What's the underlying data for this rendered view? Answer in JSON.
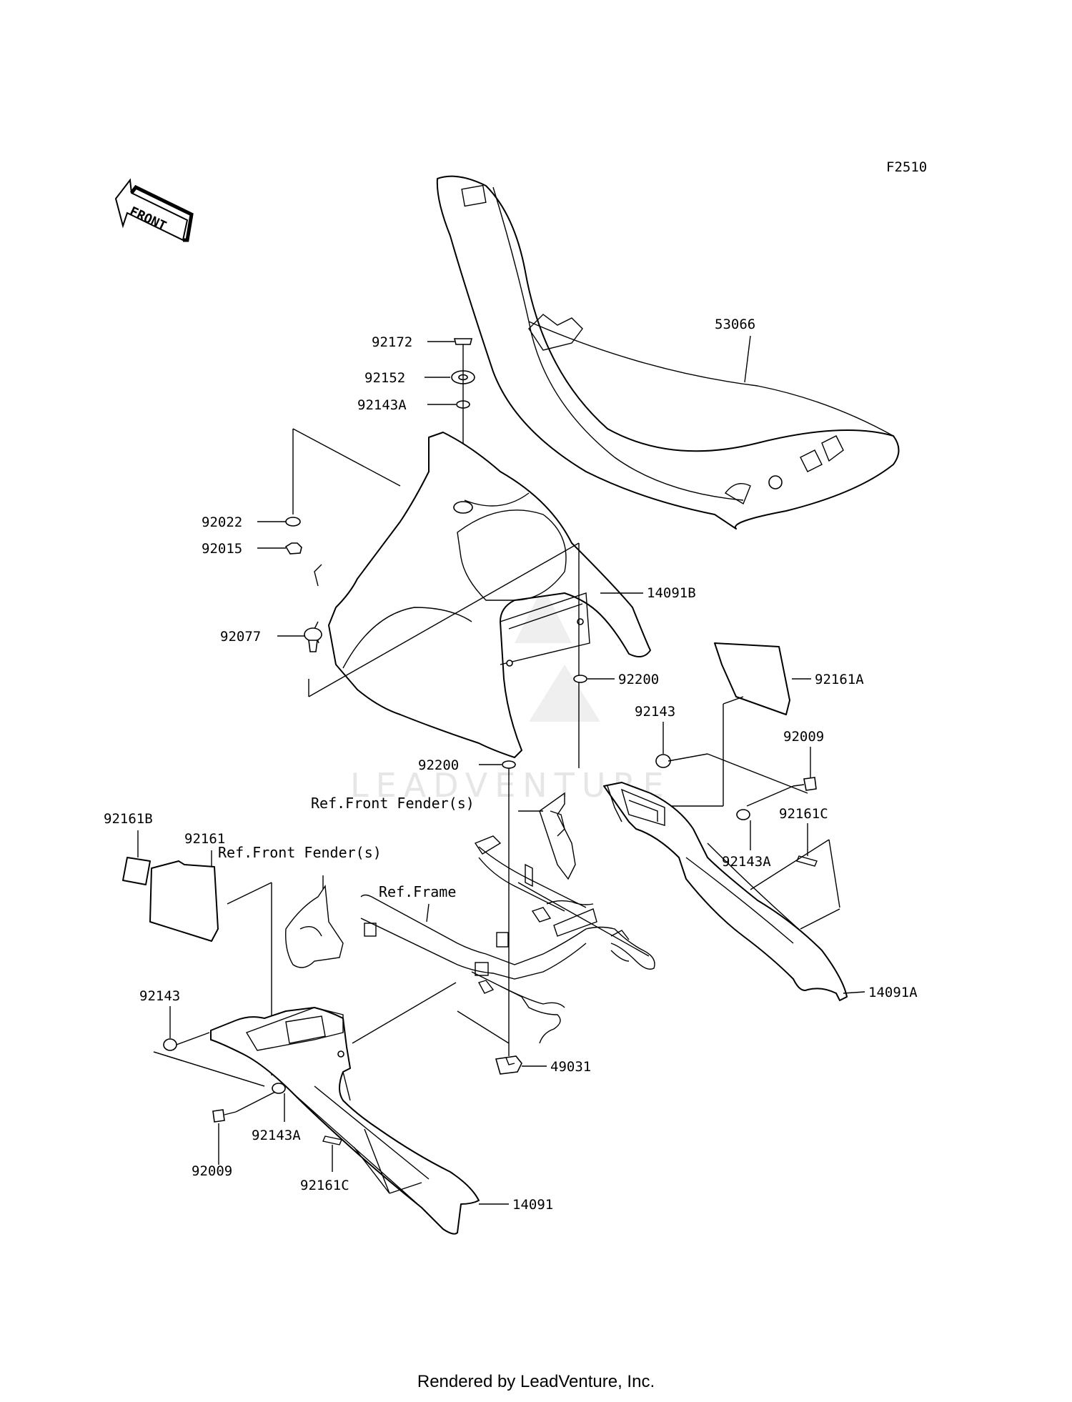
{
  "diagram": {
    "code": "F2510",
    "front_arrow": "FRONT",
    "watermark": "LEADVENTURE",
    "footer": "Rendered by LeadVenture, Inc."
  },
  "callouts": {
    "c53066": "53066",
    "c92172": "92172",
    "c92152": "92152",
    "c92143A_top": "92143A",
    "c92022": "92022",
    "c92015": "92015",
    "c14091B": "14091B",
    "c92077": "92077",
    "c92200_right": "92200",
    "c92161A": "92161A",
    "c92143_right": "92143",
    "c92009_right": "92009",
    "c92200_center": "92200",
    "c92161C_right": "92161C",
    "c92143A_right": "92143A",
    "c14091A": "14091A",
    "c92161B": "92161B",
    "c92161": "92161",
    "c92143_left": "92143",
    "c49031": "49031",
    "c92143A_left": "92143A",
    "c92009_left": "92009",
    "c92161C_left": "92161C",
    "c14091": "14091"
  },
  "references": {
    "front_fender_upper": "Ref.Front Fender(s)",
    "front_fender_left": "Ref.Front Fender(s)",
    "frame": "Ref.Frame"
  }
}
